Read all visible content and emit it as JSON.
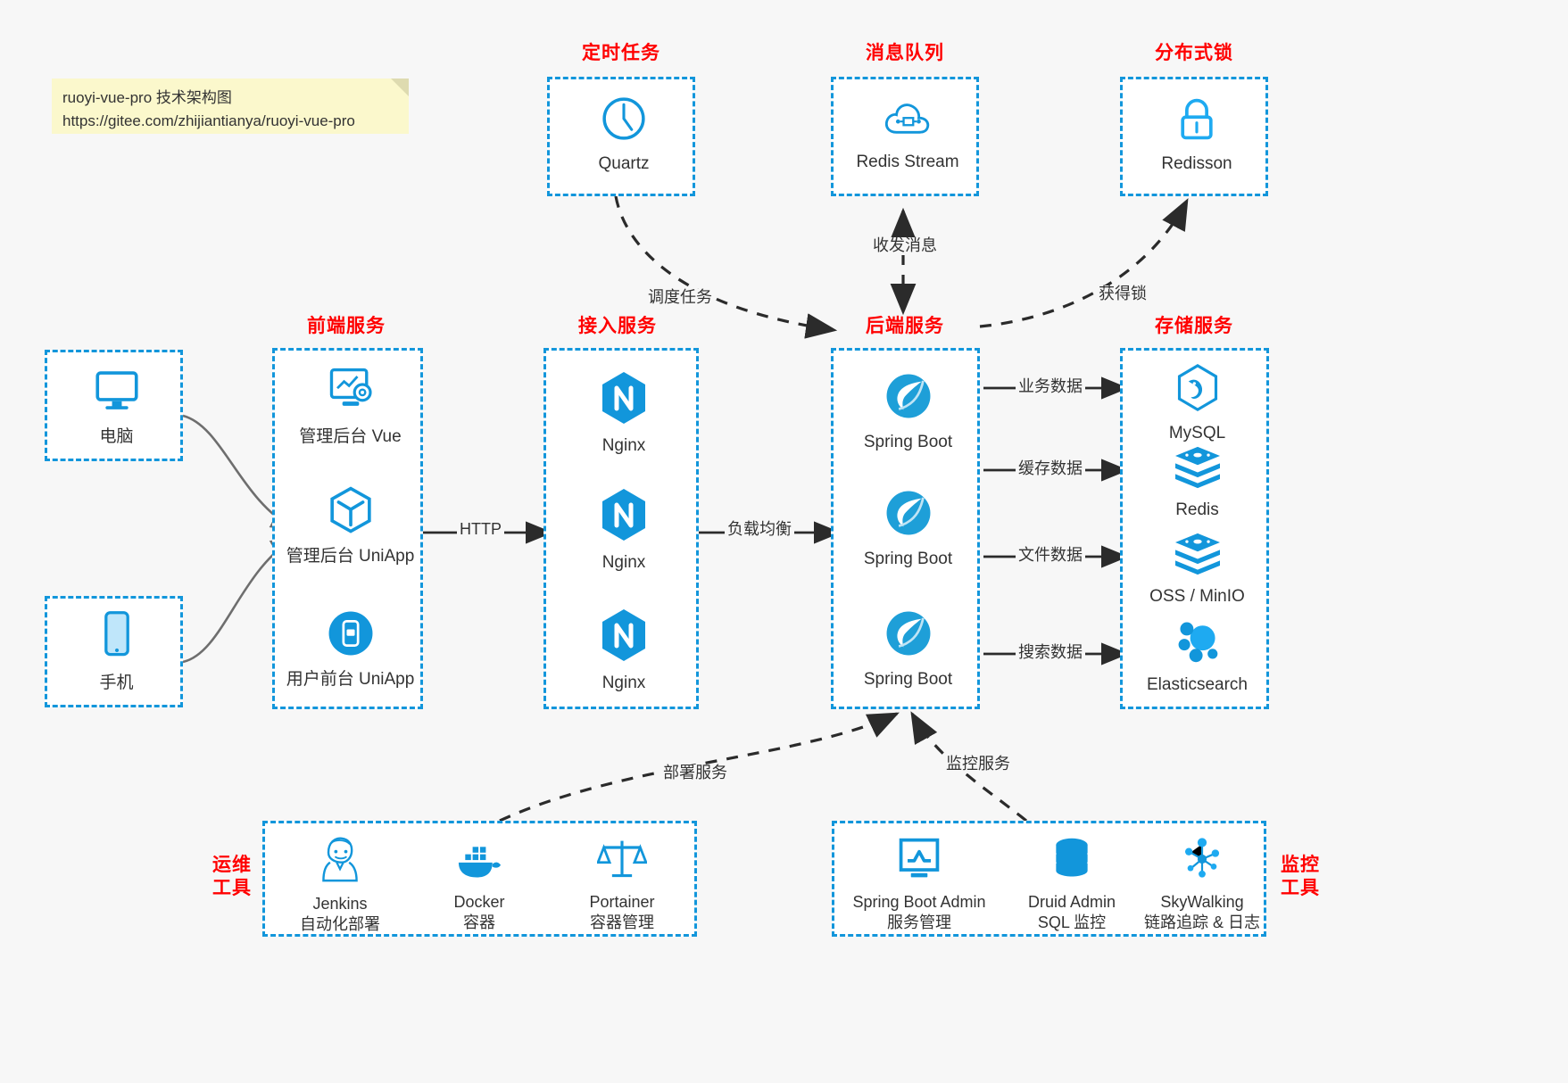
{
  "note": {
    "line1": "ruoyi-vue-pro 技术架构图",
    "line2": "https://gitee.com/zhijiantianya/ruoyi-vue-pro"
  },
  "accent": "#1296db",
  "title_color": "#ff0000",
  "groups": {
    "scheduler": "定时任务",
    "mq": "消息队列",
    "lock": "分布式锁",
    "frontend": "前端服务",
    "gateway": "接入服务",
    "backend": "后端服务",
    "storage": "存储服务",
    "devops": "运维\n工具",
    "monitor": "监控\n工具"
  },
  "clients": [
    {
      "label": "电脑",
      "icon": "desktop-icon"
    },
    {
      "label": "手机",
      "icon": "mobile-icon"
    }
  ],
  "scheduler_nodes": [
    {
      "label": "Quartz",
      "icon": "clock-icon"
    }
  ],
  "mq_nodes": [
    {
      "label": "Redis Stream",
      "icon": "cloud-stream-icon"
    }
  ],
  "lock_nodes": [
    {
      "label": "Redisson",
      "icon": "lock-icon"
    }
  ],
  "frontend_nodes": [
    {
      "label": "管理后台 Vue",
      "icon": "dashboard-gear-icon"
    },
    {
      "label": "管理后台 UniApp",
      "icon": "cube-icon"
    },
    {
      "label": "用户前台 UniApp",
      "icon": "phone-app-icon"
    }
  ],
  "gateway_nodes": [
    {
      "label": "Nginx",
      "icon": "nginx-icon"
    },
    {
      "label": "Nginx",
      "icon": "nginx-icon"
    },
    {
      "label": "Nginx",
      "icon": "nginx-icon"
    }
  ],
  "backend_nodes": [
    {
      "label": "Spring Boot",
      "icon": "spring-boot-icon"
    },
    {
      "label": "Spring Boot",
      "icon": "spring-boot-icon"
    },
    {
      "label": "Spring Boot",
      "icon": "spring-boot-icon"
    }
  ],
  "storage_nodes": [
    {
      "label": "MySQL",
      "icon": "mysql-icon"
    },
    {
      "label": "Redis",
      "icon": "redis-icon"
    },
    {
      "label": "OSS / MinIO",
      "icon": "oss-minio-icon"
    },
    {
      "label": "Elasticsearch",
      "icon": "elasticsearch-icon"
    }
  ],
  "devops_nodes": [
    {
      "label": "Jenkins\n自动化部署",
      "icon": "jenkins-icon"
    },
    {
      "label": "Docker\n容器",
      "icon": "docker-icon"
    },
    {
      "label": "Portainer\n容器管理",
      "icon": "scales-icon"
    }
  ],
  "monitor_nodes": [
    {
      "label": "Spring Boot Admin\n服务管理",
      "icon": "monitor-chart-icon"
    },
    {
      "label": "Druid Admin\nSQL 监控",
      "icon": "database-icon"
    },
    {
      "label": "SkyWalking\n链路追踪 & 日志",
      "icon": "skywalking-icon"
    }
  ],
  "edges": {
    "http": "HTTP",
    "load_balance": "负载均衡",
    "schedule_task": "调度任务",
    "send_receive_msg": "收发消息",
    "acquire_lock": "获得锁",
    "business_data": "业务数据",
    "cache_data": "缓存数据",
    "file_data": "文件数据",
    "search_data": "搜索数据",
    "deploy_service": "部署服务",
    "monitor_service": "监控服务"
  }
}
